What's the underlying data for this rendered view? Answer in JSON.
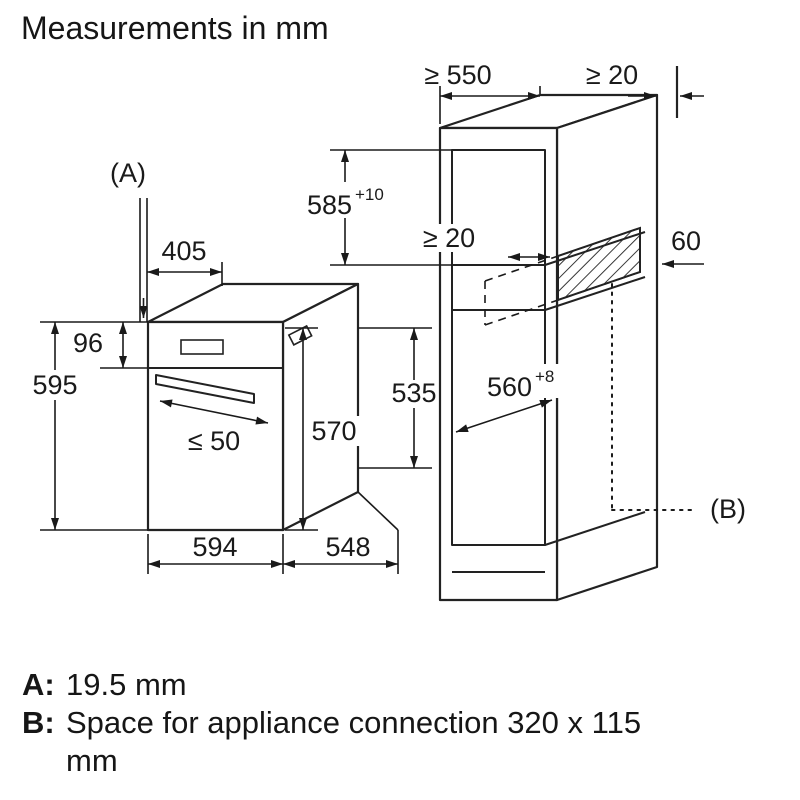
{
  "title": "Measurements in mm",
  "colors": {
    "line": "#222222",
    "text": "#1a1a1a",
    "background": "#ffffff"
  },
  "diagram": {
    "oven": {
      "label_a": "(A)",
      "d405": "405",
      "d96": "96",
      "d595": "595",
      "d50": "≤ 50",
      "d570": "570",
      "d535": "535",
      "d594": "594",
      "d548": "548"
    },
    "cabinet": {
      "d550": "≥ 550",
      "d20_top": "≥ 20",
      "d585": "585",
      "d585_tol": "+10",
      "d20_mid": "≥ 20",
      "d60": "60",
      "d560": "560",
      "d560_tol": "+8",
      "label_b": "(B)"
    }
  },
  "legend": {
    "a_key": "A:",
    "a_value": "19.5 mm",
    "b_key": "B:",
    "b_value": "Space for appliance connection 320 x 115 mm"
  }
}
